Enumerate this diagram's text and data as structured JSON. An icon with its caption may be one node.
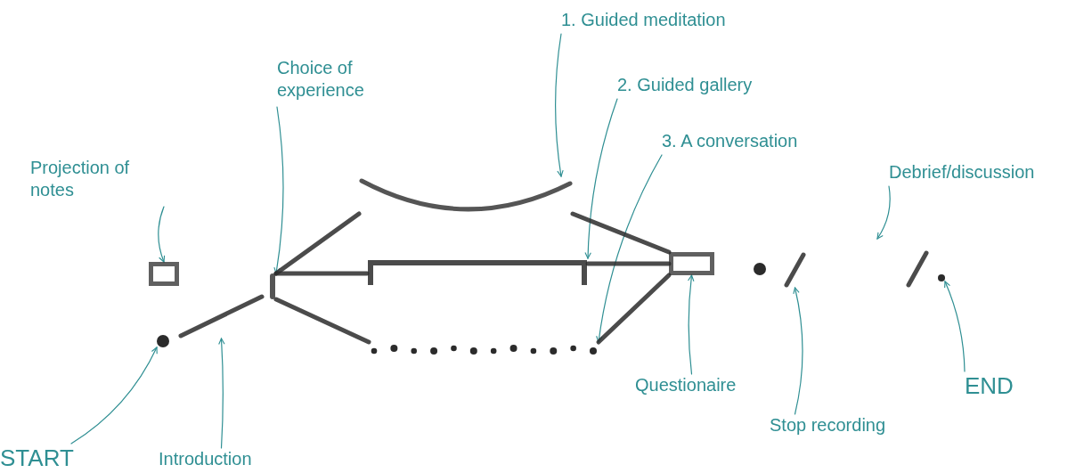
{
  "diagram": {
    "nodes": [
      {
        "text": [
          "START"
        ]
      },
      {
        "text": [],
        "shape": "circle"
      },
      {
        "text": [
          "Introduction"
        ]
      },
      {
        "text": [],
        "shape": "bar"
      },
      {
        "text": [
          "Projection of notes"
        ]
      },
      {
        "text": [],
        "shape": "box"
      },
      {
        "text": [
          "Choice of experience"
        ]
      },
      {
        "text": [],
        "shape": "bar"
      },
      {
        "text": [
          "1. Guided meditation"
        ]
      },
      {
        "text": [],
        "shape": "arc"
      },
      {
        "text": [
          "2. Guided gallery"
        ]
      },
      {
        "text": [],
        "shape": "bracket"
      },
      {
        "text": [
          "3. A conversation"
        ]
      },
      {
        "text": [],
        "shape": "dots"
      },
      {
        "text": [
          "Questionaire"
        ]
      },
      {
        "text": [],
        "shape": "box"
      },
      {
        "text": [],
        "shape": "circle"
      },
      {
        "text": [],
        "shape": "bar"
      },
      {
        "text": [
          "Stop recording"
        ]
      },
      {
        "text": [
          "Debrief/discussion"
        ]
      },
      {
        "text": [],
        "shape": "bar"
      },
      {
        "text": [],
        "shape": "circle"
      },
      {
        "text": [
          "END"
        ]
      }
    ],
    "edges": [
      {
        "from": 0,
        "to": 1,
        "arrow": "to"
      },
      {
        "from": 2,
        "to": 3,
        "arrow": "to"
      },
      {
        "from": 4,
        "to": 5,
        "arrow": "to"
      },
      {
        "from": 6,
        "to": 7,
        "arrow": "to"
      },
      {
        "from": 8,
        "to": 9,
        "arrow": "to"
      },
      {
        "from": 10,
        "to": 11,
        "arrow": "to"
      },
      {
        "from": 12,
        "to": 13,
        "arrow": "to"
      },
      {
        "from": 14,
        "to": 15,
        "arrow": "to"
      },
      {
        "from": 18,
        "to": 17,
        "arrow": "to"
      },
      {
        "from": 19,
        "to": null,
        "arrow": "to"
      },
      {
        "from": 22,
        "to": 21,
        "arrow": "to"
      },
      {
        "from": 7,
        "to": 9,
        "arrow": "none",
        "style": "thick",
        "color": "#2b2b2b"
      },
      {
        "from": 7,
        "to": 11,
        "arrow": "none",
        "style": "thick",
        "color": "#2b2b2b"
      },
      {
        "from": 7,
        "to": 13,
        "arrow": "none",
        "style": "thick",
        "color": "#2b2b2b"
      },
      {
        "from": 9,
        "to": 15,
        "arrow": "none",
        "style": "thick",
        "color": "#2b2b2b"
      },
      {
        "from": 11,
        "to": 15,
        "arrow": "none",
        "style": "thick",
        "color": "#2b2b2b"
      },
      {
        "from": 13,
        "to": 15,
        "arrow": "none",
        "style": "thick",
        "color": "#2b2b2b"
      }
    ]
  }
}
